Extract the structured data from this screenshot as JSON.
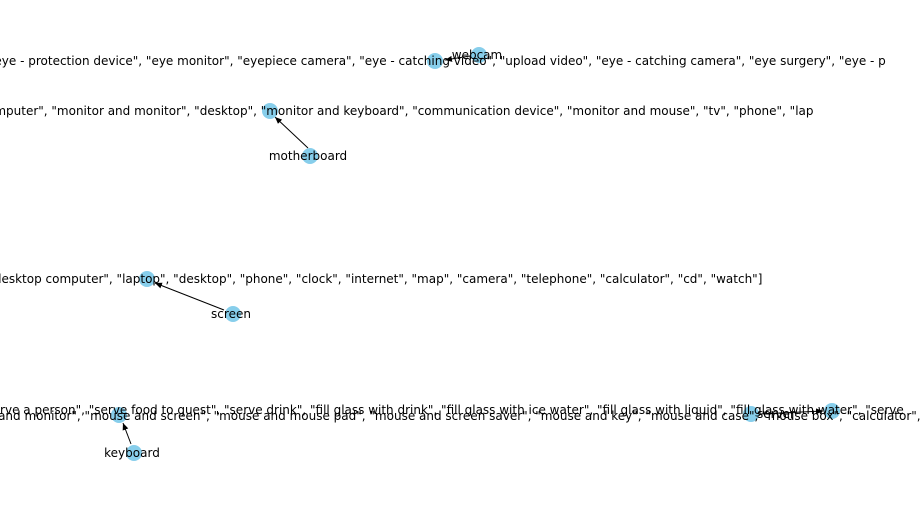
{
  "diagram": {
    "node_color": "#87ceeb",
    "edge_color": "#000000",
    "label_color": "#000000"
  },
  "labels": {
    "webcam": "webcam",
    "eye_list": "[\"eye - protection device\", \"eye monitor\", \"eyepiece camera\", \"eye - catching video\", \"upload video\", \"eye - catching camera\", \"eye surgery\", \"eye - p",
    "motherboard": "motherboard",
    "monitor_list": "[\"desktop computer\", \"monitor and monitor\", \"desktop\", \"monitor and keyboard\", \"communication device\", \"monitor and mouse\", \"tv\", \"phone\", \"lap",
    "screen": "screen",
    "screen_list": "[\"desktop computer\", \"laptop\", \"desktop\", \"phone\", \"clock\", \"internet\", \"map\", \"camera\", \"telephone\", \"calculator\", \"cd\", \"watch\"]",
    "keyboard": "keyboard",
    "mouse_list": "[\"mouse and monitor\", \"mouse and screen\", \"mouse and mouse pad\", \"mouse and screen saver\", \"mouse and key\", \"mouse and case\", \"mouse box\", \"calculator\", \"s",
    "serve_list": "[\"serve a person\", \"serve food to guest\", \"serve drink\", \"fill glass with drink\", \"fill glass with ice water\", \"fill glass with liquid\", \"fill glass with water\", \"serve",
    "server": "server"
  }
}
